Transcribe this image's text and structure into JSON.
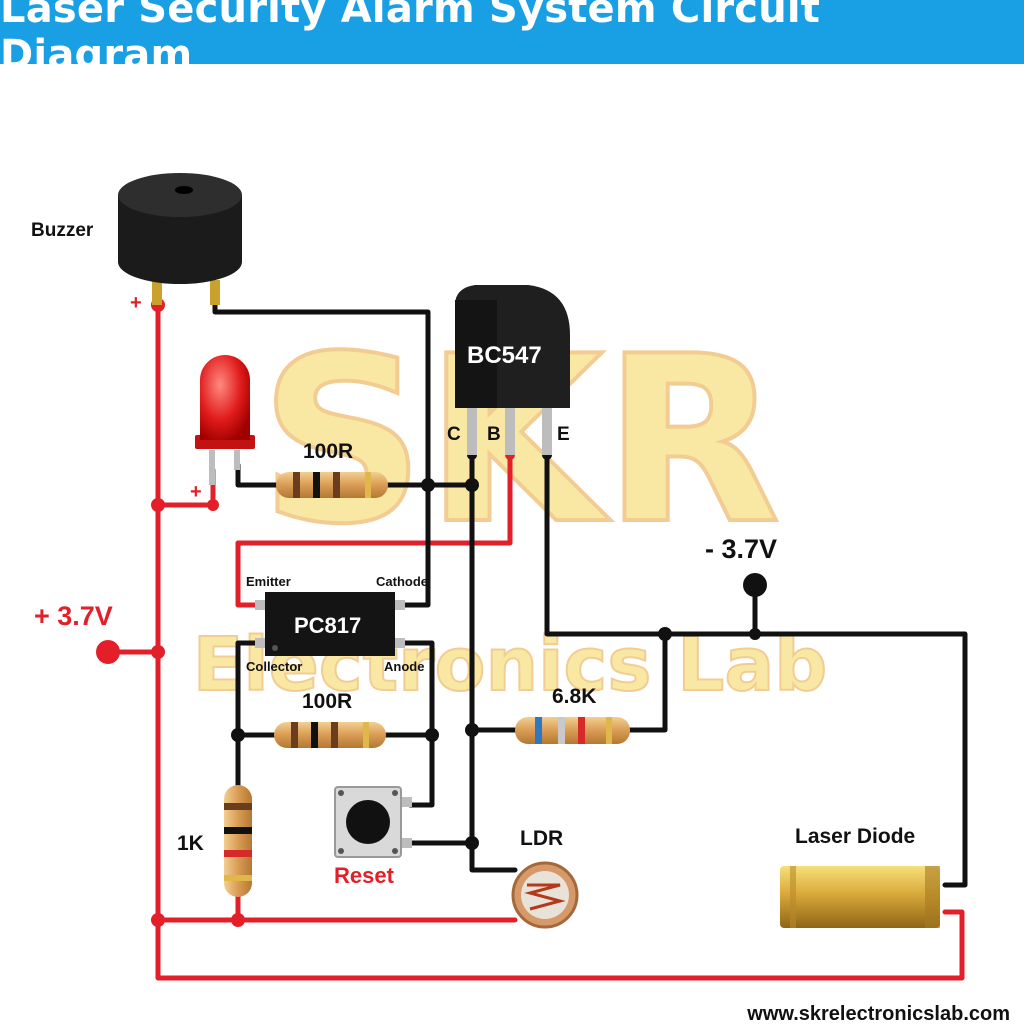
{
  "title": "Laser Security Alarm System Circuit Diagram",
  "watermark": {
    "line1": "SKR",
    "line2": "Electronics Lab"
  },
  "components": {
    "buzzer": "Buzzer",
    "transistor": "BC547",
    "pin_c": "C",
    "pin_b": "B",
    "pin_e": "E",
    "led_resistor": "100R",
    "optocoupler": "PC817",
    "opto_emitter": "Emitter",
    "opto_cathode": "Cathode",
    "opto_collector": "Collector",
    "opto_anode": "Anode",
    "opto_resistor": "100R",
    "base_resistor": "6.8K",
    "resistor_1k": "1K",
    "reset": "Reset",
    "ldr": "LDR",
    "laser": "Laser Diode",
    "plus_sign_buzzer": "+",
    "plus_sign_led": "+"
  },
  "supply": {
    "positive": "+ 3.7V",
    "negative": "- 3.7V"
  },
  "website": "www.skrelectronicslab.com",
  "colors": {
    "title_bg": "#19a0e4",
    "positive_wire": "#e3202a",
    "negative_wire": "#111111",
    "watermark": "#f5d65a"
  }
}
